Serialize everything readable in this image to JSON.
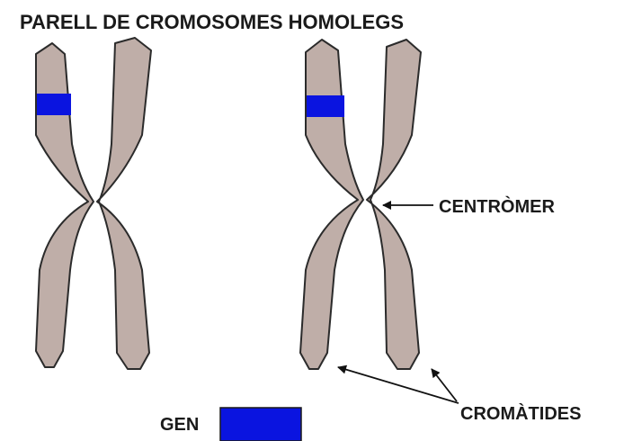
{
  "title": "PARELL DE CROMOSOMES HOMOLEGS",
  "labels": {
    "centromer": "CENTRÒMER",
    "cromatides": "CROMÀTIDES",
    "gen": "GEN"
  },
  "colors": {
    "chromosome_fill": "#bfaea8",
    "chromosome_outline": "#2b2b2b",
    "gene": "#0a14e0",
    "text": "#1a1a1a",
    "background": "#ffffff"
  }
}
